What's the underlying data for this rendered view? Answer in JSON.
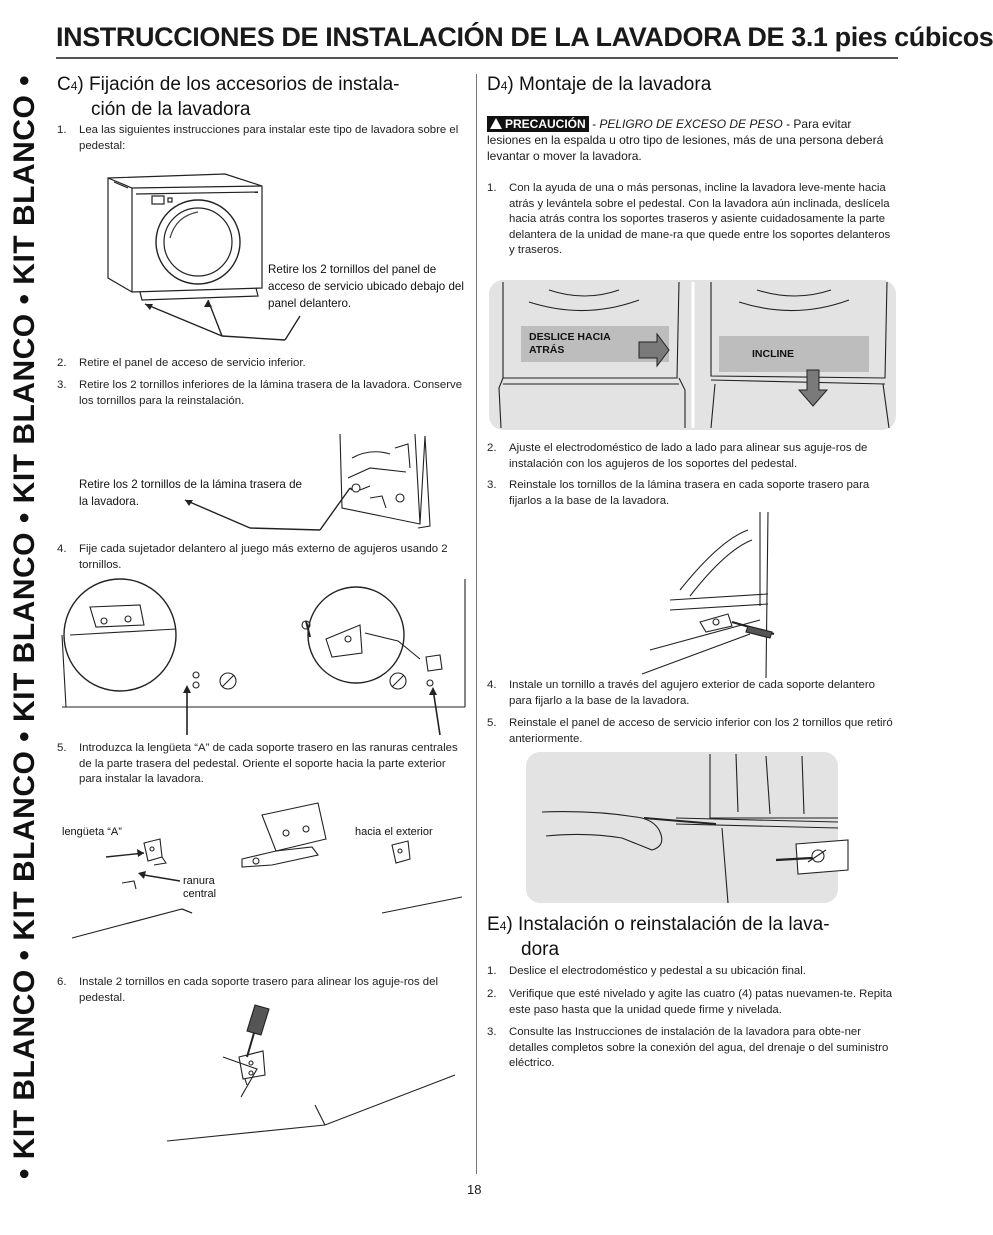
{
  "sidebar": {
    "text": "• KIT BLANCO • KIT BLANCO • KIT BLANCO • KIT BLANCO • KIT BLANCO •"
  },
  "title": "INSTRUCCIONES DE INSTALACIÓN DE LA LAVADORA DE 3.1 pies cúbicos",
  "sections": {
    "c4": {
      "letter": "C",
      "sub": "4",
      "heading_line1": ") Fijación de los accesorios de instala-",
      "heading_line2": "ción de la lavadora",
      "steps": [
        {
          "num": "1.",
          "text": "Lea las siguientes instrucciones para instalar este tipo de lavadora sobre el pedestal:"
        },
        {
          "num": "2.",
          "text": "Retire el panel de acceso de servicio inferior."
        },
        {
          "num": "3.",
          "text": "Retire los 2 tornillos inferiores de la lámina trasera de la lavadora. Conserve los tornillos para la reinstalación."
        },
        {
          "num": "4.",
          "text": "Fije cada sujetador delantero al juego más externo de agujeros usando 2 tornillos."
        },
        {
          "num": "5.",
          "text": "Introduzca la lengüeta “A” de cada soporte trasero en las ranuras centrales de la parte trasera del pedestal. Oriente el soporte hacia la parte exterior para instalar la lavadora."
        },
        {
          "num": "6.",
          "text": "Instale 2 tornillos en cada soporte trasero para alinear los aguje-ros del pedestal."
        }
      ],
      "figure1_label": "Retire los 2 tornillos del panel de acceso de servicio ubicado debajo del panel delantero.",
      "figure2_label": "Retire los 2 tornillos de la lámina trasera de la lavadora.",
      "figure5_labels": {
        "tab": "lengüeta “A”",
        "slot": "ranura central",
        "outward": "hacia el exterior"
      }
    },
    "d4": {
      "letter": "D",
      "sub": "4",
      "heading": ") Montaje de la lavadora",
      "caution_badge": "PRECAUCIÓN",
      "caution_hazard": " - PELIGRO DE EXCESO DE PESO - ",
      "caution_text": "Para evitar lesiones en la espalda u otro tipo de lesiones, más de una persona deberá levantar o mover la lavadora.",
      "steps": [
        {
          "num": "1.",
          "text": "Con la ayuda de una o más personas, incline la lavadora leve-mente hacia atrás y levántela sobre el pedestal. Con la lavadora aún inclinada, deslícela hacia atrás contra los soportes traseros y asiente cuidadosamente la parte delantera de la unidad de mane-ra que quede entre los soportes delanteros y traseros."
        },
        {
          "num": "2.",
          "text": "Ajuste el electrodoméstico de lado a lado para alinear sus aguje-ros de instalación con los agujeros de los soportes del pedestal."
        },
        {
          "num": "3.",
          "text": "Reinstale los tornillos de la lámina trasera en cada soporte trasero para fijarlos a la base de la lavadora."
        },
        {
          "num": "4.",
          "text": "Instale un tornillo a través del agujero exterior de cada soporte delantero para fijarlo a la base de la lavadora."
        },
        {
          "num": "5.",
          "text": "Reinstale el panel de acceso de servicio inferior con los 2 tornillos que retiró anteriormente."
        }
      ],
      "figure_labels": {
        "slide": "DESLICE HACIA ATRÁS",
        "tilt": "INCLINE"
      }
    },
    "e4": {
      "letter": "E",
      "sub": "4",
      "heading_line1": ") Instalación o reinstalación de la lava-",
      "heading_line2": "dora",
      "steps": [
        {
          "num": "1.",
          "text": "Deslice el electrodoméstico y pedestal a su ubicación final."
        },
        {
          "num": "2.",
          "text": "Verifique que esté nivelado y agite las cuatro (4) patas nuevamen-te. Repita este paso hasta que la unidad quede firme y nivelada."
        },
        {
          "num": "3.",
          "text": "Consulte las Instrucciones de instalación de la lavadora para obte-ner detalles completos sobre la conexión del agua, del drenaje o del suministro eléctrico."
        }
      ]
    }
  },
  "page_number": "18",
  "colors": {
    "text": "#1a1a1a",
    "badge_bg": "#111111",
    "figure_bg": "#e3e3e3",
    "arrow_fill": "#7a7a7a"
  }
}
